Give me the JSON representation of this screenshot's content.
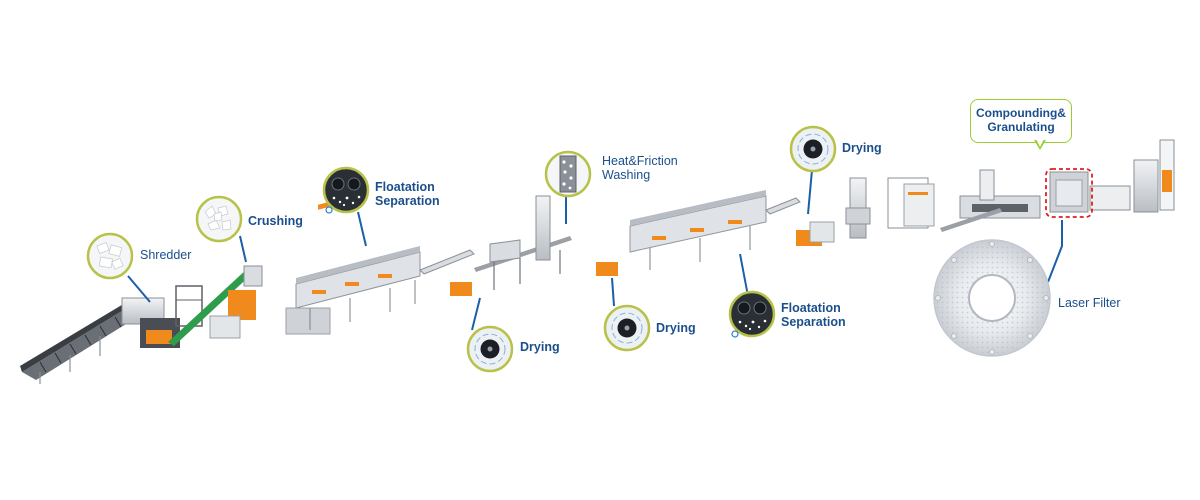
{
  "labels": {
    "shredder": "Shredder",
    "crushing": "Crushing",
    "floatation_1": "Floatation\nSeparation",
    "heat_friction": "Heat&Friction\nWashing",
    "drying_top": "Drying",
    "drying_1": "Drying",
    "drying_2": "Drying",
    "floatation_2": "Floatation\nSeparation",
    "compounding": "Compounding&\nGranulating",
    "laser_filter": "Laser Filter"
  },
  "colors": {
    "label_text": "#1b4f8c",
    "callout_line": "#1a5fa8",
    "badge_ring": "#b8c24a",
    "machine_orange": "#f08a1c",
    "conveyor_green": "#2e9c4a",
    "callout_border": "#9acd32",
    "highlight_dash": "#e02020"
  },
  "icons": [
    "shredder-flakes-icon",
    "crushing-flakes-icon",
    "floatation-icon",
    "heat-friction-washing-icon",
    "drying-rotor-icon",
    "laser-filter-disc-icon"
  ]
}
